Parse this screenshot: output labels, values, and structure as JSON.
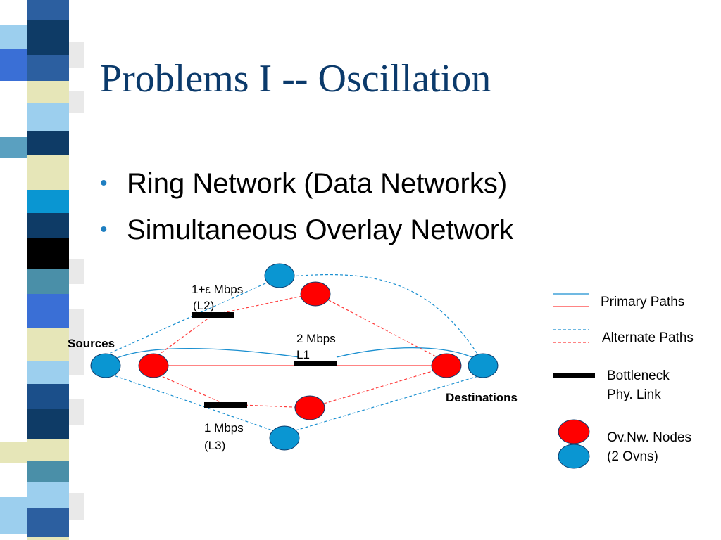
{
  "slide": {
    "title": "Problems I -- Oscillation",
    "bullets": [
      "Ring Network (Data Networks)",
      "Simultaneous Overlay Network"
    ],
    "bullet_glyph": "•"
  },
  "diagram": {
    "labels": {
      "sources": "Sources",
      "destinations": "Destinations",
      "l2_line1": "1+ε Mbps",
      "l2_line2": "(L2)",
      "l1_line1": "2 Mbps",
      "l1_line2": "L1",
      "l3_line1": "1 Mbps",
      "l3_line2": "(L3)"
    },
    "legend": {
      "primary": "Primary Paths",
      "alternate": "Alternate Paths",
      "bottleneck_line1": "Bottleneck",
      "bottleneck_line2": "Phy. Link",
      "nodes_line1": "Ov.Nw. Nodes",
      "nodes_line2": "(2 Ovns)"
    }
  },
  "colors": {
    "title": "#0b3a6b",
    "bullet": "#1f7fc1",
    "red_node": "#ff0000",
    "blue_node": "#0a96d2",
    "primary_blue": "#1a8fd0",
    "primary_red": "#ff3b3b",
    "bottleneck": "#000000"
  }
}
